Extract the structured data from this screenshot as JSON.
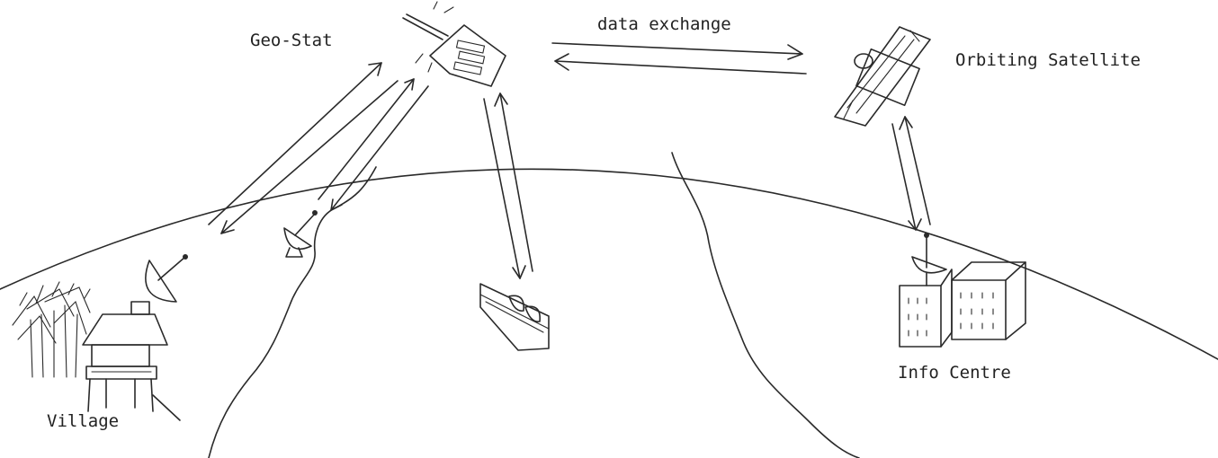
{
  "labels": {
    "geo_stat": "Geo-Stat",
    "data_exchange": "data exchange",
    "orbiting_satellite": "Orbiting Satellite",
    "info_centre": "Info Centre",
    "village": "Village"
  }
}
